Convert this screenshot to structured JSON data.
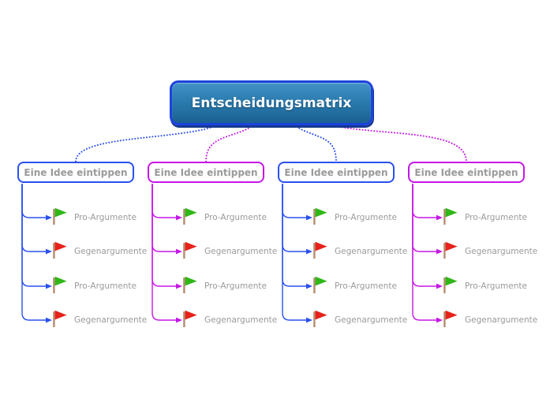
{
  "root_topic": {
    "label": "Entscheidungsmatrix"
  },
  "branches": [
    {
      "label": "Eine Idee eintippen",
      "line_color_name": "blue",
      "items": [
        {
          "label": "Pro-Argumente",
          "flag": "green"
        },
        {
          "label": "Gegenargumente",
          "flag": "red"
        },
        {
          "label": "Pro-Argumente",
          "flag": "green"
        },
        {
          "label": "Gegenargumente",
          "flag": "red"
        }
      ]
    },
    {
      "label": "Eine Idee eintippen",
      "line_color_name": "magenta",
      "items": [
        {
          "label": "Pro-Argumente",
          "flag": "green"
        },
        {
          "label": "Gegenargumente",
          "flag": "red"
        },
        {
          "label": "Pro-Argumente",
          "flag": "green"
        },
        {
          "label": "Gegenargumente",
          "flag": "red"
        }
      ]
    },
    {
      "label": "Eine Idee eintippen",
      "line_color_name": "blue",
      "items": [
        {
          "label": "Pro-Argumente",
          "flag": "green"
        },
        {
          "label": "Gegenargumente",
          "flag": "red"
        },
        {
          "label": "Pro-Argumente",
          "flag": "green"
        },
        {
          "label": "Gegenargumente",
          "flag": "red"
        }
      ]
    },
    {
      "label": "Eine Idee eintippen",
      "line_color_name": "magenta",
      "items": [
        {
          "label": "Pro-Argumente",
          "flag": "green"
        },
        {
          "label": "Gegenargumente",
          "flag": "red"
        },
        {
          "label": "Pro-Argumente",
          "flag": "green"
        },
        {
          "label": "Gegenargumente",
          "flag": "red"
        }
      ]
    }
  ],
  "colors": {
    "background": "#ffffff",
    "blue": "#2a50ee",
    "magenta": "#c517e6",
    "flag-green": "#2fb717",
    "flag-red": "#e6221b",
    "flag-pole": "#b48b6e",
    "label-gray": "#9a9a9a",
    "root-border": "#1c43df",
    "root-fill-top": "#4493c8",
    "root-fill-mid": "#2b7cb0",
    "root-fill-bottom": "#1b6191",
    "root-shadow": "#16398f",
    "root-text": "#ffffff"
  }
}
